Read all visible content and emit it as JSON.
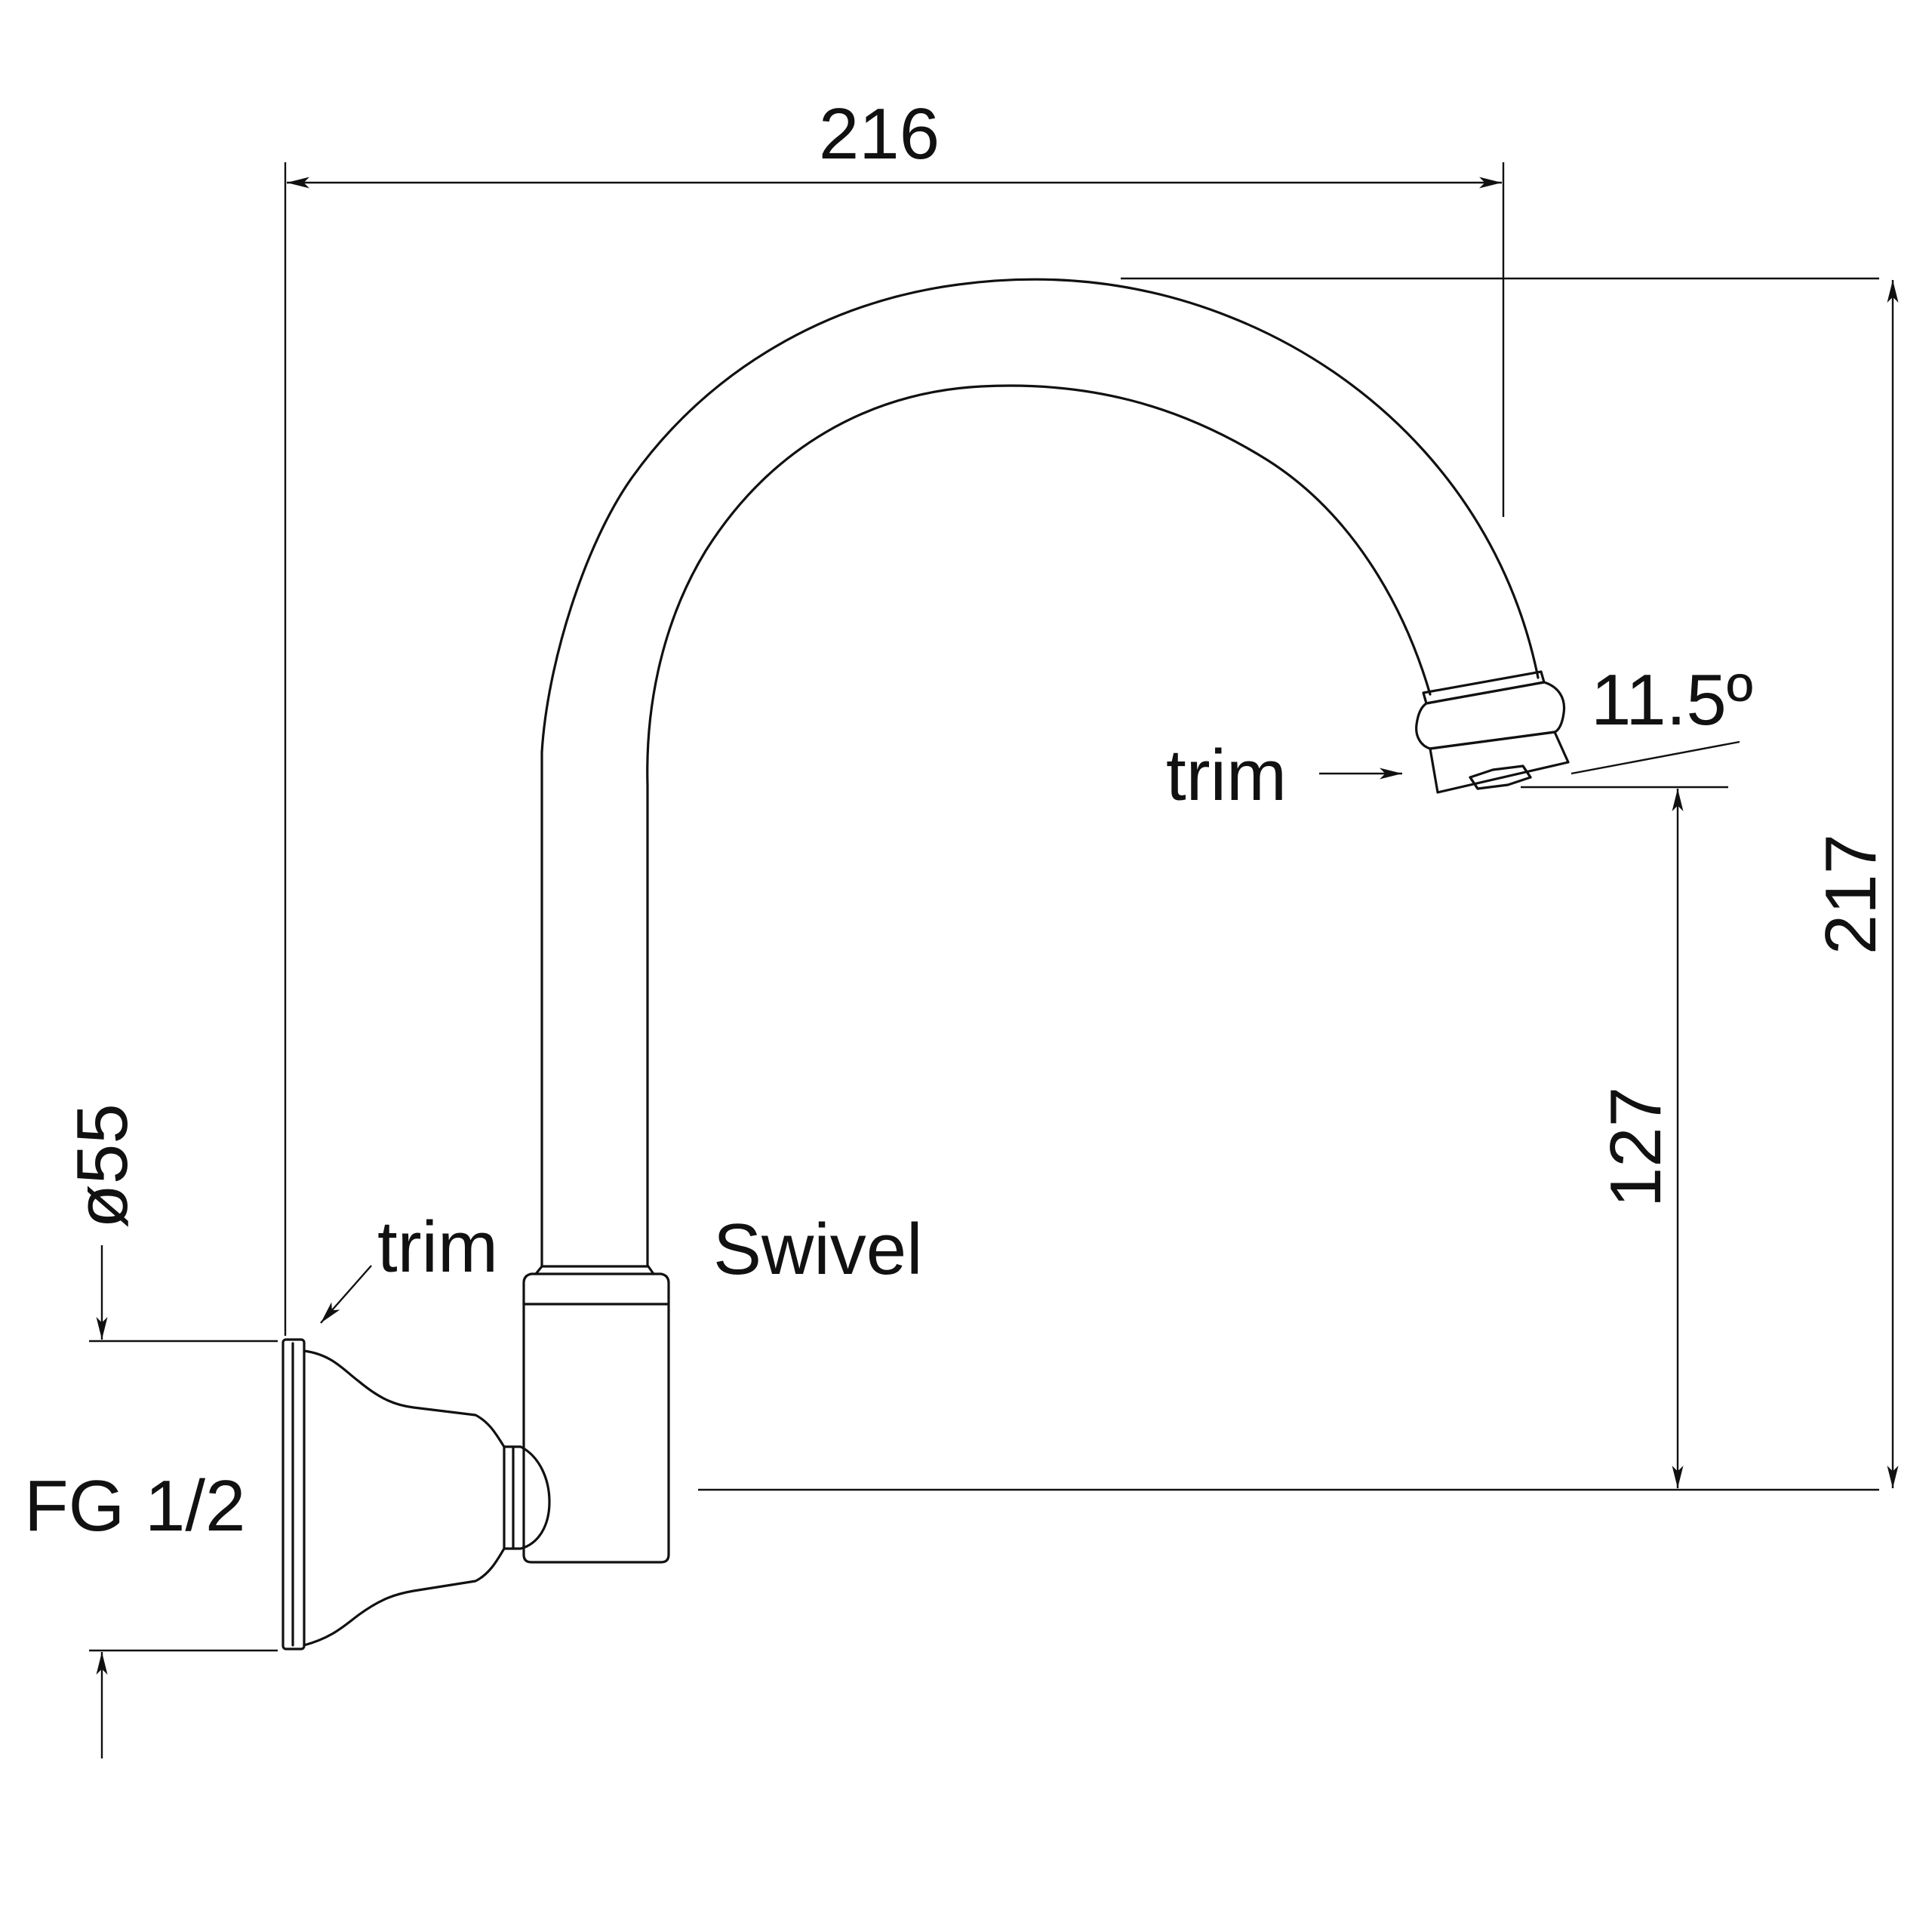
{
  "labels": {
    "width_216": "216",
    "height_217": "217",
    "height_127": "127",
    "angle": "11.5º",
    "diameter": "ø55",
    "thread": "FG 1/2",
    "trim_top": "trim",
    "trim_bottom": "trim",
    "swivel": "Swivel"
  }
}
